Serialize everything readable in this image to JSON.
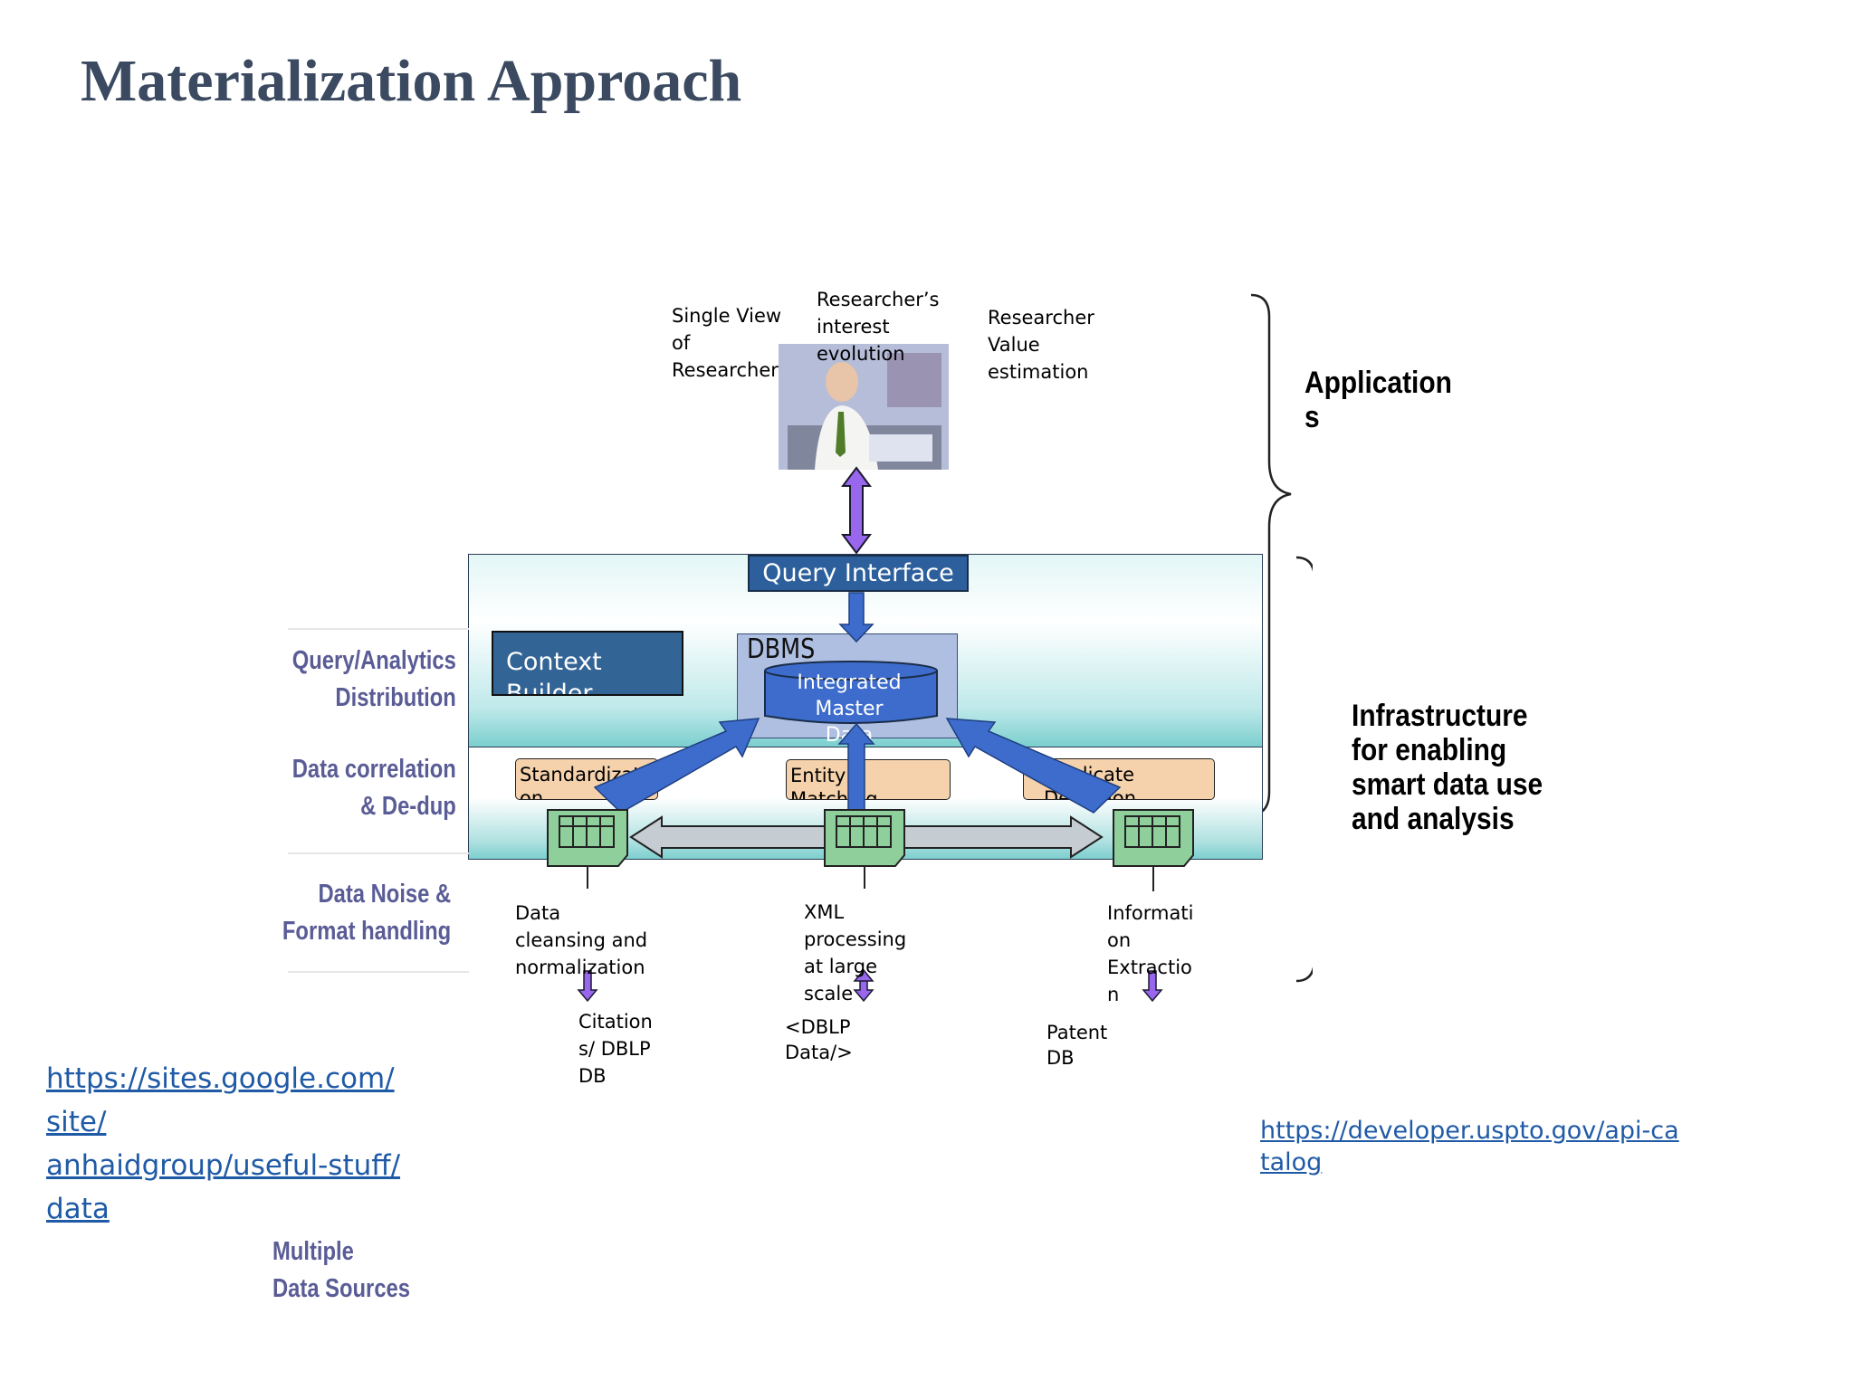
{
  "title": "Materialization Approach",
  "top_labels": {
    "single_view": "Single View\nof\nResearcher",
    "interest": "Researcher’s\ninterest\nevolution",
    "value": "Researcher\nValue\nestimation"
  },
  "applications_label": "Application\ns",
  "infrastructure_label": "Infrastructure\nfor enabling\nsmart  data use\nand  analysis",
  "query_interface": "Query Interface",
  "context_builder": "Context\nBuilder",
  "dbms": "DBMS",
  "integrated_master_data": "Integrated\nMaster\nData",
  "processes": {
    "standardization": "Standardizati\non",
    "entity_matching": "Entity\nMatching",
    "duplicate_detection": "Duplicate\nDetection"
  },
  "side_labels": {
    "query_analytics": "Query/Analytics\nDistribution",
    "correlation": "Data correlation\n& De-dup",
    "noise": "Data Noise &\nFormat handling",
    "multiple_sources": "Multiple\nData Sources"
  },
  "bottom_labels": {
    "cleansing": " Data\ncleansing  and\nnormalization",
    "xml": "XML\n processing\n at large\n scale",
    "extraction": "Informati\n on\n Extractio\n n"
  },
  "sources": {
    "citations": "Citation\ns/  DBLP\nDB",
    "dblp": "<DBLP\nData/>",
    "patent": "Patent\nDB"
  },
  "links": {
    "left": "https://sites.google.com/\nsite/\nanhaidgroup/useful-stuff/\ndata",
    "right": "https://developer.uspto.gov/api-ca\ntalog"
  },
  "colors": {
    "title": "#3b4a60",
    "side_label": "#5a5c96",
    "query_interface_bg": "#2c5f9b",
    "arrow_blue": "#3d6ccc",
    "arrow_purple": "#9966ee",
    "peach": "#f5d2ac",
    "table_icon": "#8fcf9b",
    "link": "#1f5aa6"
  }
}
